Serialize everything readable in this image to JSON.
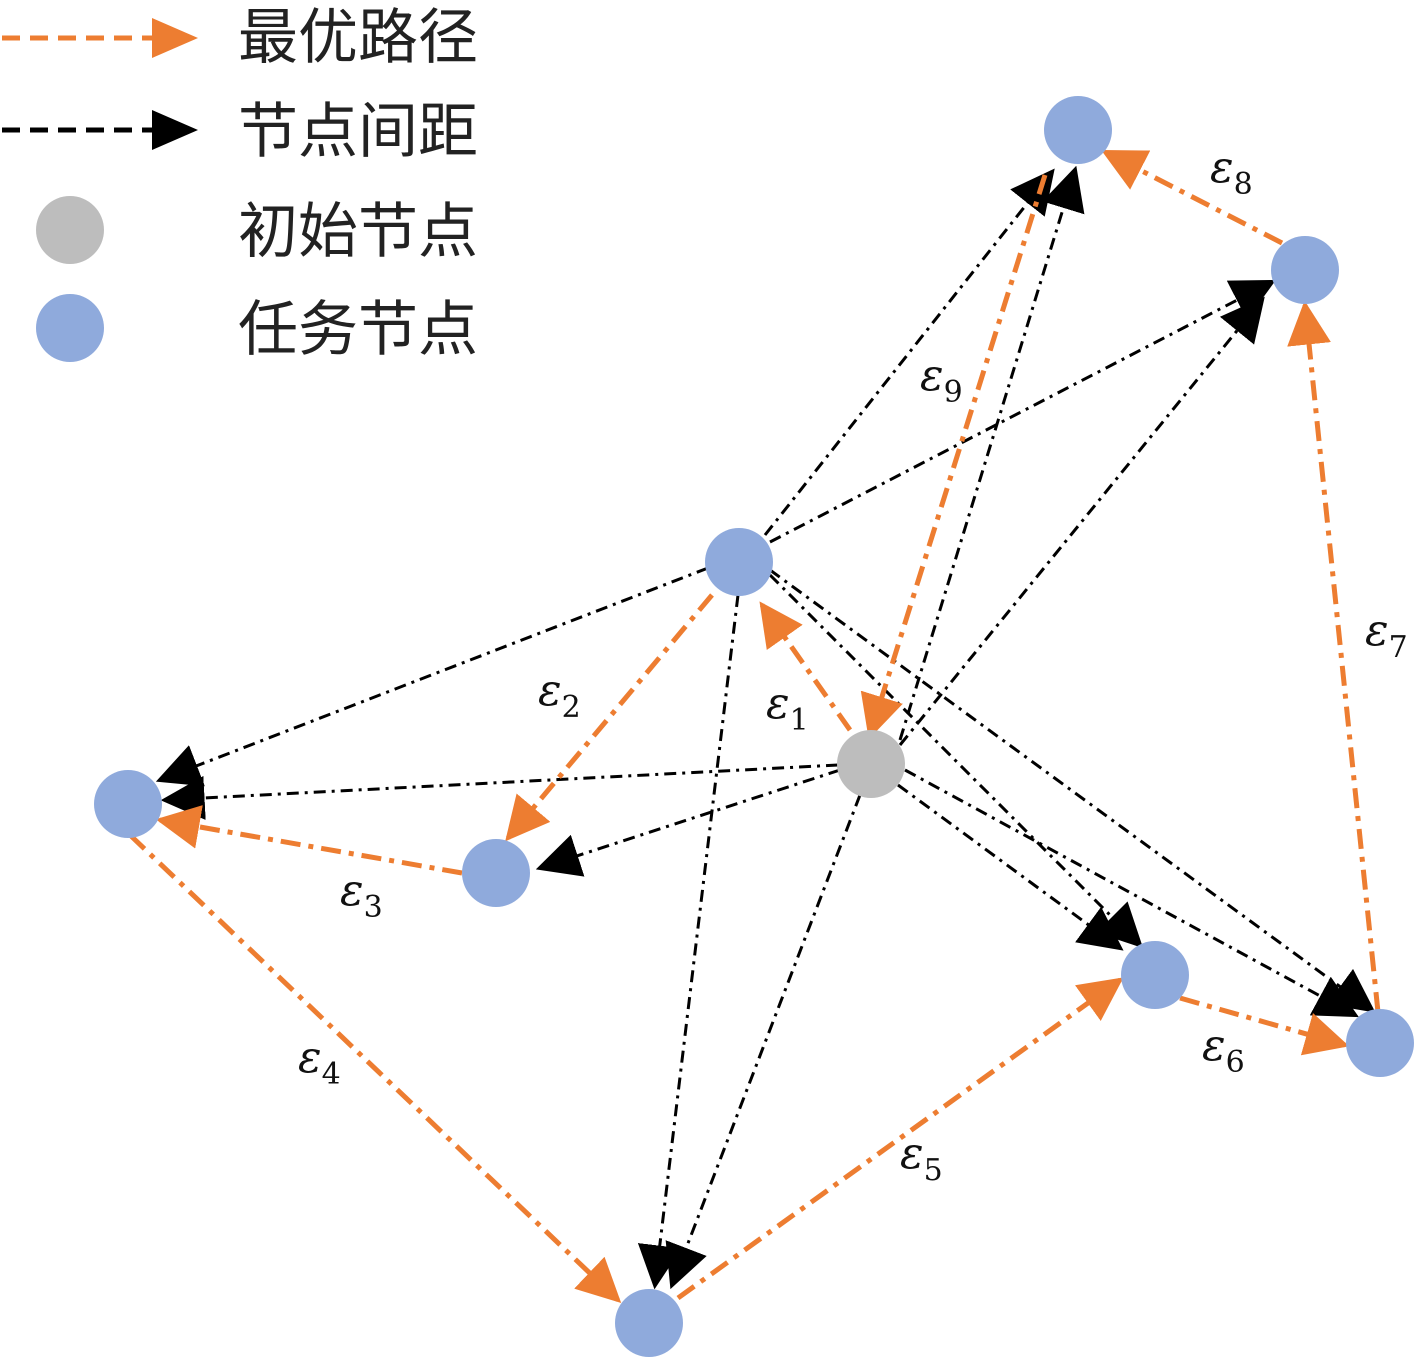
{
  "colors": {
    "optimal": "#ED7D31",
    "distance": "#000000",
    "initial_node": "#BDBDBD",
    "task_node": "#8FAADC"
  },
  "legend": {
    "optimal_path": "最优路径",
    "node_distance": "节点间距",
    "initial_node": "初始节点",
    "task_node": "任务节点"
  },
  "edge_labels": [
    {
      "symbol": "ε",
      "sub": "1"
    },
    {
      "symbol": "ε",
      "sub": "2"
    },
    {
      "symbol": "ε",
      "sub": "3"
    },
    {
      "symbol": "ε",
      "sub": "4"
    },
    {
      "symbol": "ε",
      "sub": "5"
    },
    {
      "symbol": "ε",
      "sub": "6"
    },
    {
      "symbol": "ε",
      "sub": "7"
    },
    {
      "symbol": "ε",
      "sub": "8"
    },
    {
      "symbol": "ε",
      "sub": "9"
    }
  ]
}
